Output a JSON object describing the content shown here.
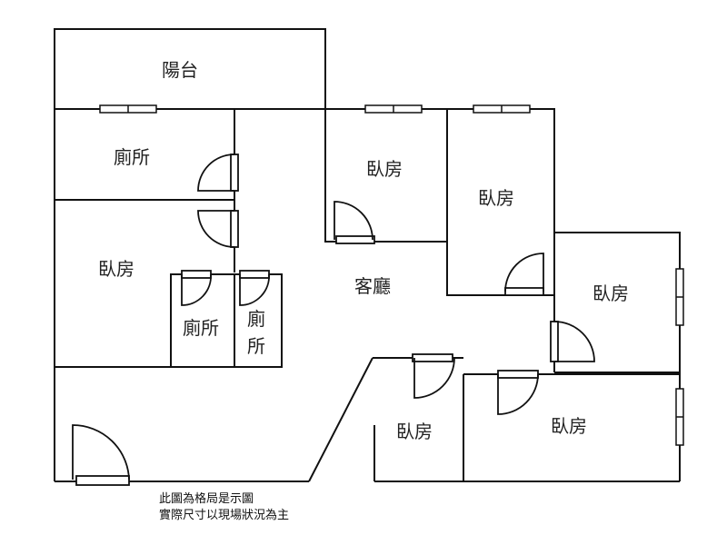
{
  "rooms": {
    "balcony": "陽台",
    "toilet_top": "廁所",
    "bedroom_left": "臥房",
    "toilet_small_a": "廁所",
    "toilet_small_b_line1": "廁",
    "toilet_small_b_line2": "所",
    "bedroom_center_top": "臥房",
    "bedroom_center_right": "臥房",
    "living_room": "客廳",
    "bedroom_right": "臥房",
    "bedroom_bottom_center": "臥房",
    "bedroom_bottom_right": "臥房"
  },
  "note": {
    "line1": "此圖為格局是示圖",
    "line2": "實際尺寸以現場狀況為主"
  },
  "colors": {
    "wall": "#111111",
    "background": "#ffffff"
  }
}
